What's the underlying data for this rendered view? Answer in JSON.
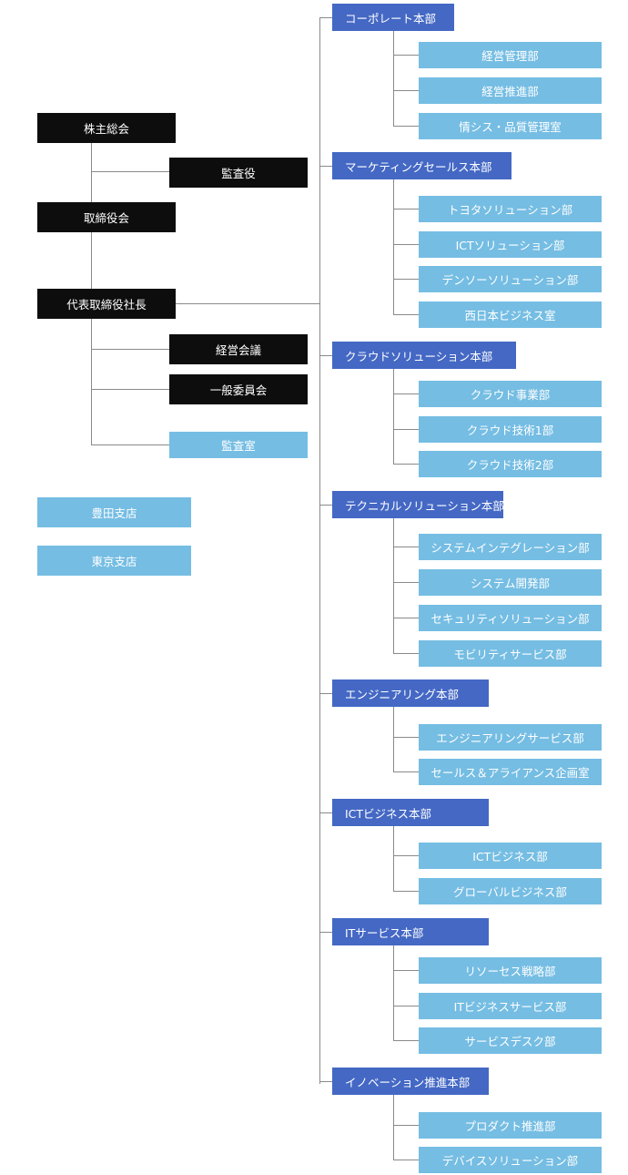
{
  "left": {
    "shareholders_meeting": "株主総会",
    "auditor": "監査役",
    "board": "取締役会",
    "president": "代表取締役社長",
    "management_meeting": "経営会議",
    "general_committee": "一般委員会",
    "audit_office": "監査室",
    "toyota_branch": "豊田支店",
    "tokyo_branch": "東京支店"
  },
  "headquarters": [
    {
      "name": "コーポレート本部",
      "departments": [
        "経営管理部",
        "経営推進部",
        "情シス・品質管理室"
      ]
    },
    {
      "name": "マーケティングセールス本部",
      "departments": [
        "トヨタソリューション部",
        "ICTソリューション部",
        "デンソーソリューション部",
        "西日本ビジネス室"
      ]
    },
    {
      "name": "クラウドソリューション本部",
      "departments": [
        "クラウド事業部",
        "クラウド技術1部",
        "クラウド技術2部"
      ]
    },
    {
      "name": "テクニカルソリューション本部",
      "departments": [
        "システムインテグレーション部",
        "システム開発部",
        "セキュリティソリューション部",
        "モビリティサービス部"
      ]
    },
    {
      "name": "エンジニアリング本部",
      "departments": [
        "エンジニアリングサービス部",
        "セールス＆アライアンス企画室"
      ]
    },
    {
      "name": "ICTビジネス本部",
      "departments": [
        "ICTビジネス部",
        "グローバルビジネス部"
      ]
    },
    {
      "name": "ITサービス本部",
      "departments": [
        "リソーセス戦略部",
        "ITビジネスサービス部",
        "サービスデスク部"
      ]
    },
    {
      "name": "イノベーション推進本部",
      "departments": [
        "プロダクト推進部",
        "デバイスソリューション部"
      ]
    }
  ]
}
